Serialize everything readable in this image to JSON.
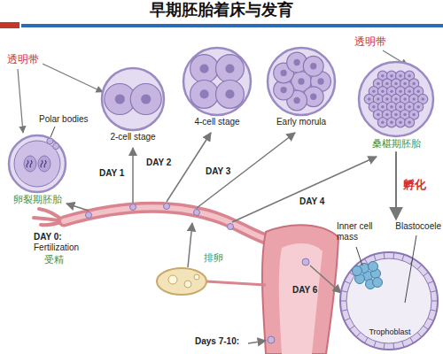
{
  "diagram": {
    "title": "早期胚胎着床与发育",
    "nodes": [
      {
        "text": [
          "卵裂期胚胎"
        ]
      },
      {
        "text": [
          "2-cell stage"
        ]
      },
      {
        "text": [
          "4-cell stage"
        ]
      },
      {
        "text": [
          "Early morula"
        ]
      },
      {
        "text": [
          "桑椹期胚胎"
        ]
      },
      {
        "text": [
          "Inner cell mass",
          "Blastocoele"
        ]
      }
    ],
    "edges": [
      {
        "from": 4,
        "to": 5,
        "label": "孵化",
        "arrow": "to"
      }
    ],
    "labels": [
      "透明带",
      "透明带",
      "Polar bodies",
      "DAY 1",
      "DAY 2",
      "DAY 3",
      "DAY 4",
      "DAY 0:",
      "Fertilization",
      "受精",
      "排卵",
      "DAY 6",
      "Days 7-10:",
      "Trophoblast"
    ]
  }
}
